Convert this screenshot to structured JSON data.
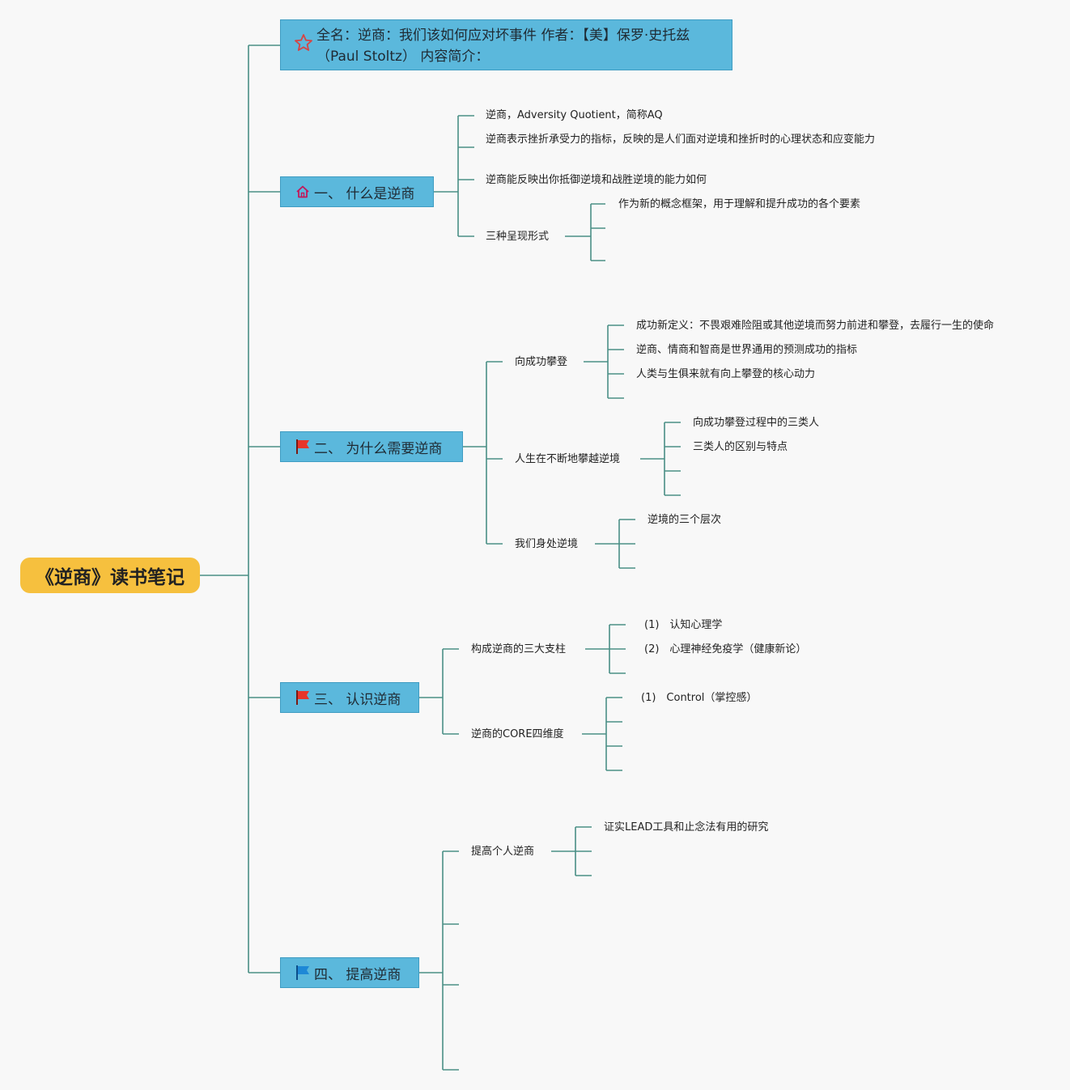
{
  "root": {
    "label": "《逆商》读书笔记"
  },
  "title_node": {
    "icon": "star-icon",
    "text": "全名：逆商：我们该如何应对坏事件 作者：【美】保罗·史托兹（Paul Stoltz） 内容简介："
  },
  "sections": [
    {
      "icon": "home-icon",
      "label": "一、 什么是逆商",
      "children": [
        {
          "label": "逆商，Adversity Quotient，简称AQ"
        },
        {
          "label": "逆商表示挫折承受力的指标，反映的是人们面对逆境和挫折时的心理状态和应变能力"
        },
        {
          "label": "逆商能反映出你抵御逆境和战胜逆境的能力如何"
        },
        {
          "label": "三种呈现形式",
          "children": [
            "作为新的概念框架，用于理解和提升成功的各个要素",
            "",
            ""
          ]
        }
      ]
    },
    {
      "icon": "red-flag-icon",
      "label": "二、 为什么需要逆商",
      "children": [
        {
          "label": "向成功攀登",
          "children": [
            "成功新定义：不畏艰难险阻或其他逆境而努力前进和攀登，去履行一生的使命",
            "逆商、情商和智商是世界通用的预测成功的指标",
            "人类与生俱来就有向上攀登的核心动力",
            ""
          ]
        },
        {
          "label": "人生在不断地攀越逆境",
          "children": [
            "向成功攀登过程中的三类人",
            "三类人的区别与特点",
            "",
            ""
          ]
        },
        {
          "label": "我们身处逆境",
          "children": [
            "逆境的三个层次",
            "",
            ""
          ]
        }
      ]
    },
    {
      "icon": "red-flag-icon",
      "label": "三、 认识逆商",
      "children": [
        {
          "label": "构成逆商的三大支柱",
          "children": [
            "(1)　认知心理学",
            "(2)　心理神经免疫学（健康新论）",
            ""
          ]
        },
        {
          "label": "逆商的CORE四维度",
          "children": [
            "(1)　Control（掌控感）",
            "",
            "",
            ""
          ]
        }
      ]
    },
    {
      "icon": "blue-flag-icon",
      "label": "四、 提高逆商",
      "children": [
        {
          "label": "提高个人逆商",
          "children": [
            "证实LEAD工具和止念法有用的研究",
            "",
            ""
          ]
        },
        {
          "label": ""
        },
        {
          "label": ""
        },
        {
          "label": ""
        }
      ]
    }
  ],
  "colors": {
    "line": "#4a8f86",
    "topic_fill": "#5bb8dc",
    "root_fill": "#f6c03e",
    "flag_red": "#e8352a",
    "flag_blue": "#1e88d6"
  }
}
